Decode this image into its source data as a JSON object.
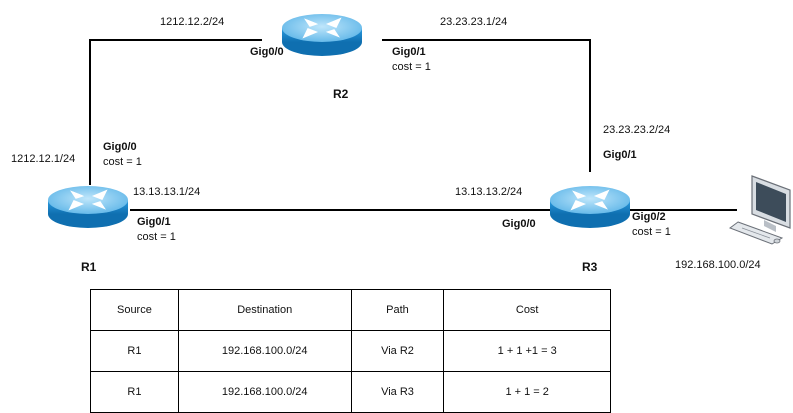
{
  "routers": {
    "r1": {
      "name": "R1"
    },
    "r2": {
      "name": "R2"
    },
    "r3": {
      "name": "R3"
    }
  },
  "labels": {
    "r1_gig00_ip": "1212.12.1/24",
    "r1_gig00_iface": "Gig0/0",
    "r1_gig00_cost": "cost = 1",
    "r1_gig01_ip": "13.13.13.1/24",
    "r1_gig01_iface": "Gig0/1",
    "r1_gig01_cost": "cost = 1",
    "r2_gig00_ip": "1212.12.2/24",
    "r2_gig00_iface": "Gig0/0",
    "r2_gig01_ip": "23.23.23.1/24",
    "r2_gig01_iface": "Gig0/1",
    "r2_gig01_cost": "cost = 1",
    "r3_gig01_ip": "23.23.23.2/24",
    "r3_gig01_iface": "Gig0/1",
    "r3_gig00_ip": "13.13.13.2/24",
    "r3_gig00_iface": "Gig0/0",
    "r3_gig02_iface": "Gig0/2",
    "r3_gig02_cost": "cost = 1",
    "lan_network": "192.168.100.0/24"
  },
  "table": {
    "headers": [
      "Source",
      "Destination",
      "Path",
      "Cost"
    ],
    "rows": [
      [
        "R1",
        "192.168.100.0/24",
        "Via R2",
        "1 + 1 +1 = 3"
      ],
      [
        "R1",
        "192.168.100.0/24",
        "Via R3",
        "1 + 1 = 2"
      ]
    ]
  },
  "colors": {
    "router_top": "#7fc8f0",
    "router_body": "#1f8fd6",
    "link": "#000000"
  }
}
